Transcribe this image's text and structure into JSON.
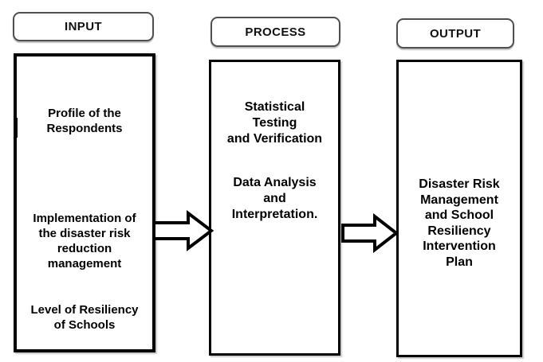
{
  "headers": {
    "input": "INPUT",
    "process": "PROCESS",
    "output": "OUTPUT"
  },
  "boxes": {
    "input": {
      "items": [
        "Profile of the\nRespondents",
        "Implementation of\nthe disaster risk\nreduction\nmanagement",
        "Level of Resiliency\nof Schools"
      ]
    },
    "process": {
      "items": [
        "Statistical\nTesting\nand Verification",
        "Data Analysis\nand\nInterpretation."
      ]
    },
    "output": {
      "items": [
        "Disaster Risk\nManagement\nand School\nResiliency\nIntervention\nPlan"
      ]
    }
  },
  "colors": {
    "background": "#ffffff",
    "box_border": "#000000",
    "header_border": "#4f4f4f",
    "text": "#000000"
  }
}
